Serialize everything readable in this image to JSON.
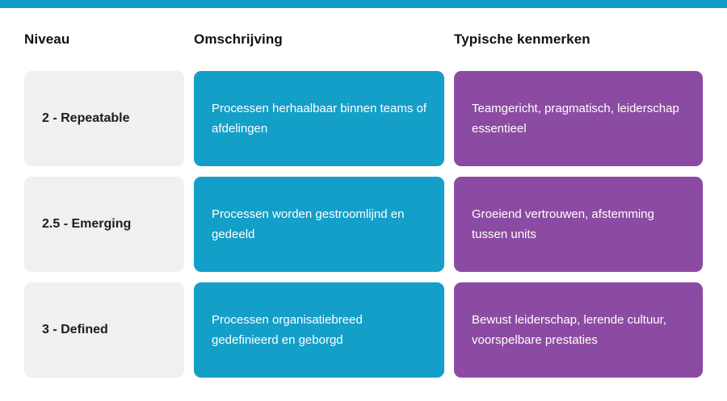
{
  "colors": {
    "top_bar": "#0f9cc9",
    "level_card_bg": "#f0f0f0",
    "description_card_bg": "#149fc9",
    "characteristics_card_bg": "#8c4ba2"
  },
  "table": {
    "headers": [
      "Niveau",
      "Omschrijving",
      "Typische kenmerken"
    ],
    "rows": [
      {
        "niveau": "2 - Repeatable",
        "omschrijving": "Processen herhaalbaar binnen teams of afdelingen",
        "kenmerken": "Teamgericht, pragmatisch, leiderschap essentieel"
      },
      {
        "niveau": "2.5 - Emerging",
        "omschrijving": "Processen worden gestroomlijnd en gedeeld",
        "kenmerken": "Groeiend vertrouwen, afstemming tussen units"
      },
      {
        "niveau": "3 - Defined",
        "omschrijving": "Processen organisatiebreed gedefinieerd en geborgd",
        "kenmerken": "Bewust leiderschap, lerende cultuur, voorspelbare prestaties"
      }
    ]
  }
}
